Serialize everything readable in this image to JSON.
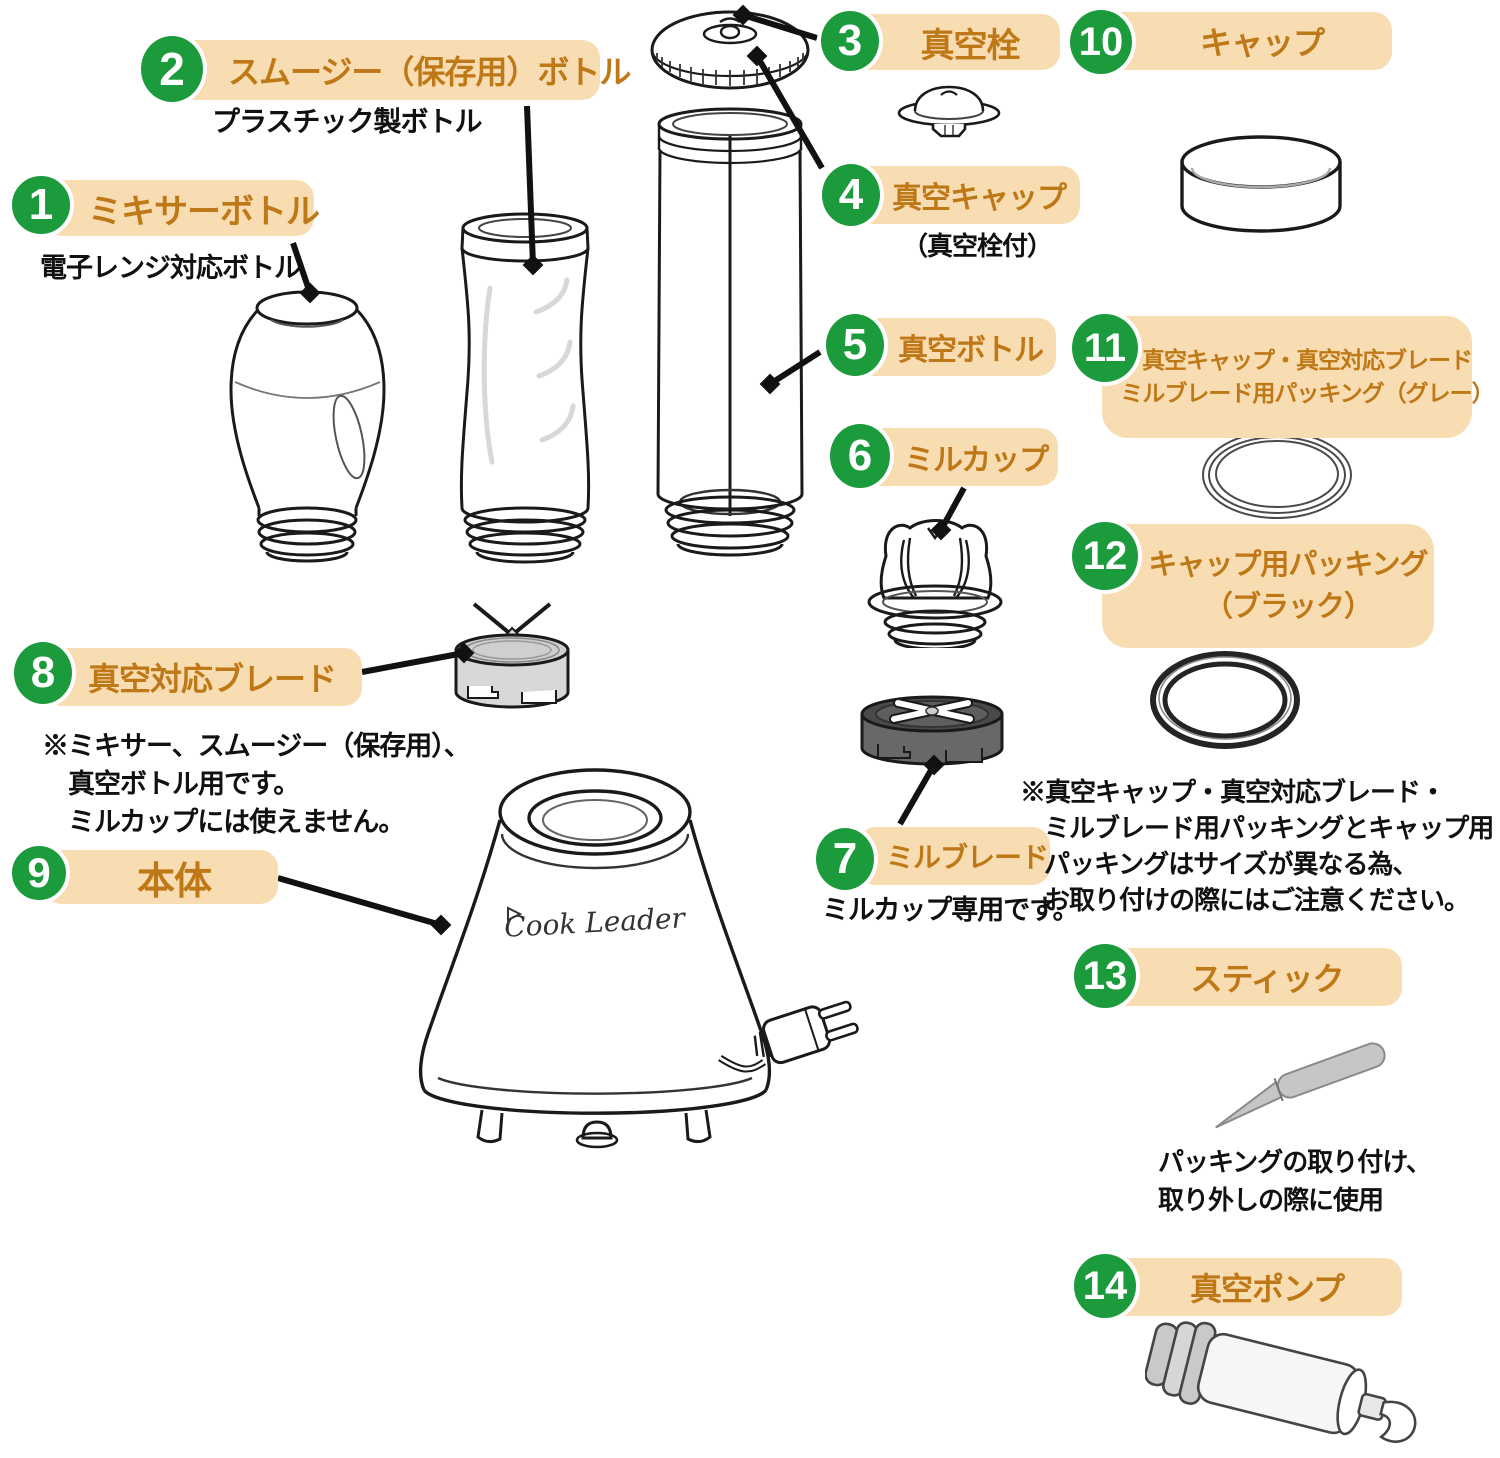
{
  "colors": {
    "green": "#1b9b3c",
    "bar-bg": "#f9ddb2",
    "label-text": "#bf7817",
    "ink": "#1a1a1a"
  },
  "brand_logo": "Cook Leader",
  "labels": {
    "l1": {
      "num": "1",
      "title": "ミキサーボトル",
      "sub": "電子レンジ対応ボトル"
    },
    "l2": {
      "num": "2",
      "title": "スムージー（保存用）ボトル",
      "sub": "プラスチック製ボトル"
    },
    "l3": {
      "num": "3",
      "title": "真空栓"
    },
    "l4": {
      "num": "4",
      "title": "真空キャップ",
      "sub": "（真空栓付）"
    },
    "l5": {
      "num": "5",
      "title": "真空ボトル"
    },
    "l6": {
      "num": "6",
      "title": "ミルカップ"
    },
    "l7": {
      "num": "7",
      "title": "ミルブレード",
      "sub": "ミルカップ専用です。"
    },
    "l8": {
      "num": "8",
      "title": "真空対応ブレード"
    },
    "l9": {
      "num": "9",
      "title": "本体"
    },
    "l10": {
      "num": "10",
      "title": "キャップ"
    },
    "l11": {
      "num": "11",
      "title_line1": "真空キャップ・真空対応ブレード",
      "title_line2": "ミルブレード用パッキング（グレー）"
    },
    "l12": {
      "num": "12",
      "title_line1": "キャップ用パッキング",
      "title_line2": "（ブラック）"
    },
    "l13": {
      "num": "13",
      "title": "スティック"
    },
    "l14": {
      "num": "14",
      "title": "真空ポンプ"
    }
  },
  "notes": {
    "blade_note": [
      "※ミキサー、スムージー（保存用）、",
      "真空ボトル用です。",
      "ミルカップには使えません。"
    ],
    "packing_note": [
      "※真空キャップ・真空対応ブレード・",
      "ミルブレード用パッキングとキャップ用",
      "パッキングはサイズが異なる為、",
      "お取り付けの際にはご注意ください。"
    ],
    "stick_note": [
      "パッキングの取り付け、",
      "取り外しの際に使用"
    ]
  }
}
